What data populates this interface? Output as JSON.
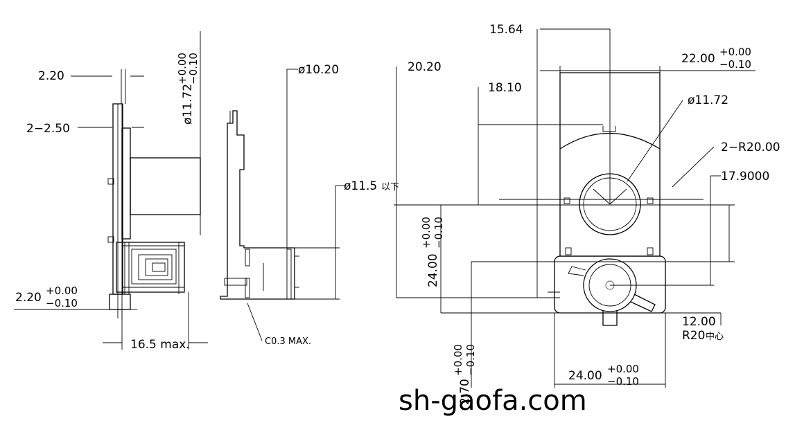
{
  "dimensions": {
    "d_2_20_top": "2.20",
    "d_2_2_50": "2−2.50",
    "d_2_20_bottom": "2.20",
    "d_2_20_bottom_tol_plus": "+0.00",
    "d_2_20_bottom_tol_minus": "−0.10",
    "d_dia_11_72_side": "ø11.72",
    "d_dia_11_72_side_tol_plus": "+0.00",
    "d_dia_11_72_side_tol_minus": "−0.10",
    "d_16_5_max": "16.5 max.",
    "d_dia_10_20": "ø10.20",
    "d_dia_11_5": "ø11.5",
    "d_dia_11_5_suffix": "以下",
    "d_c0_3": "C0.3 MAX.",
    "d_15_64": "15.64",
    "d_22_00": "22.00",
    "d_22_00_tol_plus": "+0.00",
    "d_22_00_tol_minus": "−0.10",
    "d_20_20": "20.20",
    "d_18_10": "18.10",
    "d_dia_11_72_front": "ø11.72",
    "d_2_r20": "2−R20.00",
    "d_17_9000": "17.9000",
    "d_24_00_vert": "24.00",
    "d_24_00_vert_tol_plus": "+0.00",
    "d_24_00_vert_tol_minus": "−0.10",
    "d_x_70": "2.70",
    "d_x_70_tol_plus": "+0.00",
    "d_x_70_tol_minus": "−0.10",
    "d_12_00": "12.00",
    "d_r20_center": "R20",
    "d_r20_center_suffix": "中心",
    "d_24_00_horiz": "24.00",
    "d_24_00_horiz_tol_plus": "+0.00",
    "d_24_00_horiz_tol_minus": "−0.10"
  },
  "watermark": "sh-gaofa.com"
}
